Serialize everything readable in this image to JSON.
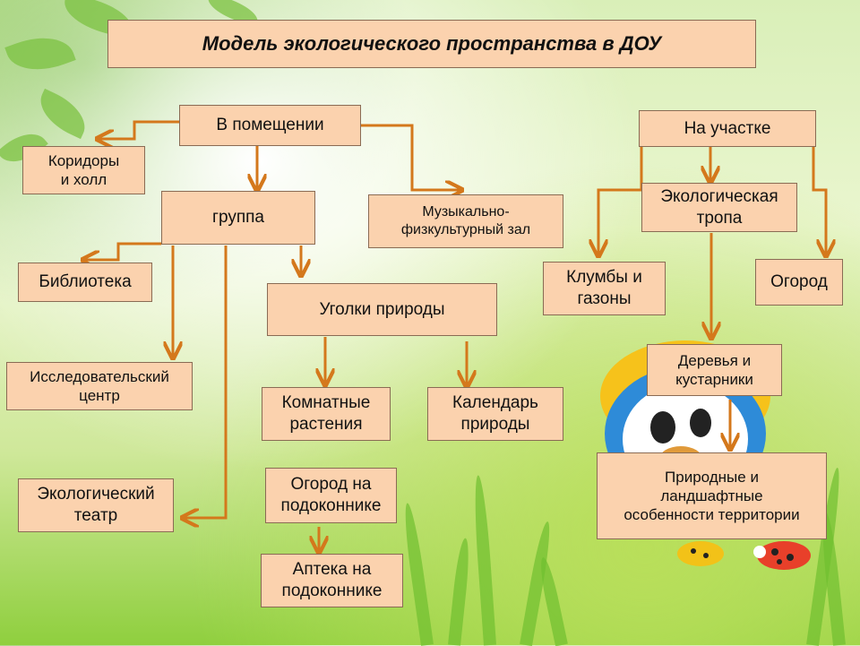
{
  "title": "Модель экологического пространства в  ДОУ",
  "colors": {
    "box_fill": "#fbd2ae",
    "box_border": "#8a6b54",
    "arrow": "#d4781c"
  },
  "nodes": {
    "v_pomeshchenii": "В помещении",
    "koridory": "Коридоры\nи холл",
    "gruppa": "группа",
    "muzykalno": "Музыкально-\nфизкультурный зал",
    "biblioteka": "Библиотека",
    "ugolki": "Уголки природы",
    "issledovatelskiy": "Исследовательский\nцентр",
    "komnatnye": "Комнатные\nрастения",
    "kalendar": "Календарь\nприроды",
    "ekoteatr": "Экологический\nтеатр",
    "ogorod_podok": "Огород на\nподоконнике",
    "apteka": "Аптека на\nподоконнике",
    "na_uchastke": "На участке",
    "ekotropa": "Экологическая\nтропа",
    "klumby": "Клумбы и\nгазоны",
    "ogorod": "Огород",
    "derevya": "Деревья и\nкустарники",
    "prirodnye": "Природные и\nландшафтные\nособенности территории"
  },
  "decorations": [
    "leaf-icon",
    "grass-icon",
    "mascot-icon",
    "ladybug-icon"
  ]
}
